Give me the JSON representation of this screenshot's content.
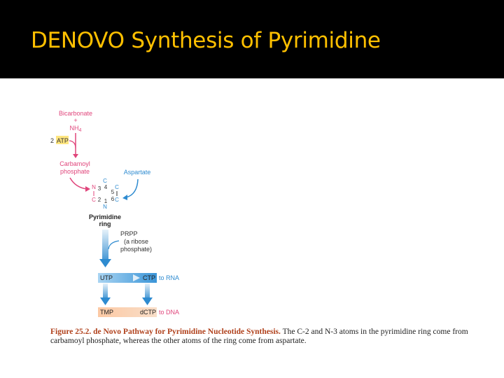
{
  "title": "DENOVO Synthesis of Pyrimidine",
  "colors": {
    "title": "#FFC000",
    "header_bg": "#000000",
    "content_bg": "#FFFFFF",
    "pink": "#E0457B",
    "blue": "#2E8BD0",
    "atp_highlight": "#FFE680",
    "caption_label": "#B0411C"
  },
  "diagram": {
    "inputs": {
      "bicarbonate": "Bicarbonate",
      "plus": "+",
      "nh4": "NH",
      "nh4_sub": "4",
      "atp_count": "2",
      "atp": "ATP"
    },
    "carbamoyl_phosphate": [
      "Carbamoyl",
      "phosphate"
    ],
    "aspartate": "Aspartate",
    "ring": {
      "atoms": {
        "c_top": "C",
        "n3": "N",
        "c4": "C",
        "c5": "C",
        "c2": "C",
        "c6": "C",
        "n1": "N"
      },
      "numbers": {
        "n3": "3",
        "c4": "4",
        "c5": "5",
        "c2": "2",
        "c6": "6",
        "n1": "1"
      }
    },
    "pyrimidine_ring": [
      "Pyrimidine",
      "ring"
    ],
    "prpp": [
      "PRPP",
      "(a ribose",
      "phosphate)"
    ],
    "utp": "UTP",
    "ctp": "CTP",
    "to_rna": "to RNA",
    "tmp": "TMP",
    "dctp": "dCTP",
    "to_dna": "to DNA"
  },
  "caption": {
    "label": "Figure 25.2. de Novo Pathway for Pyrimidine Nucleotide Synthesis.",
    "text": "The C-2 and N-3 atoms in the pyrimidine ring come from carbamoyl phosphate, whereas the other atoms of the ring come from aspartate."
  }
}
